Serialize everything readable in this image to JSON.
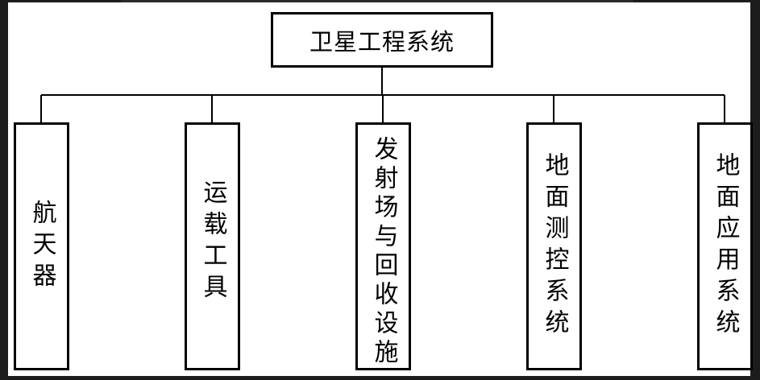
{
  "diagram": {
    "root": {
      "label": "卫星工程系统"
    },
    "children": [
      {
        "label": "航天器"
      },
      {
        "label": "运载工具"
      },
      {
        "label": "发射场与回收设施"
      },
      {
        "label": "地面测控系统"
      },
      {
        "label": "地面应用系统"
      }
    ]
  }
}
